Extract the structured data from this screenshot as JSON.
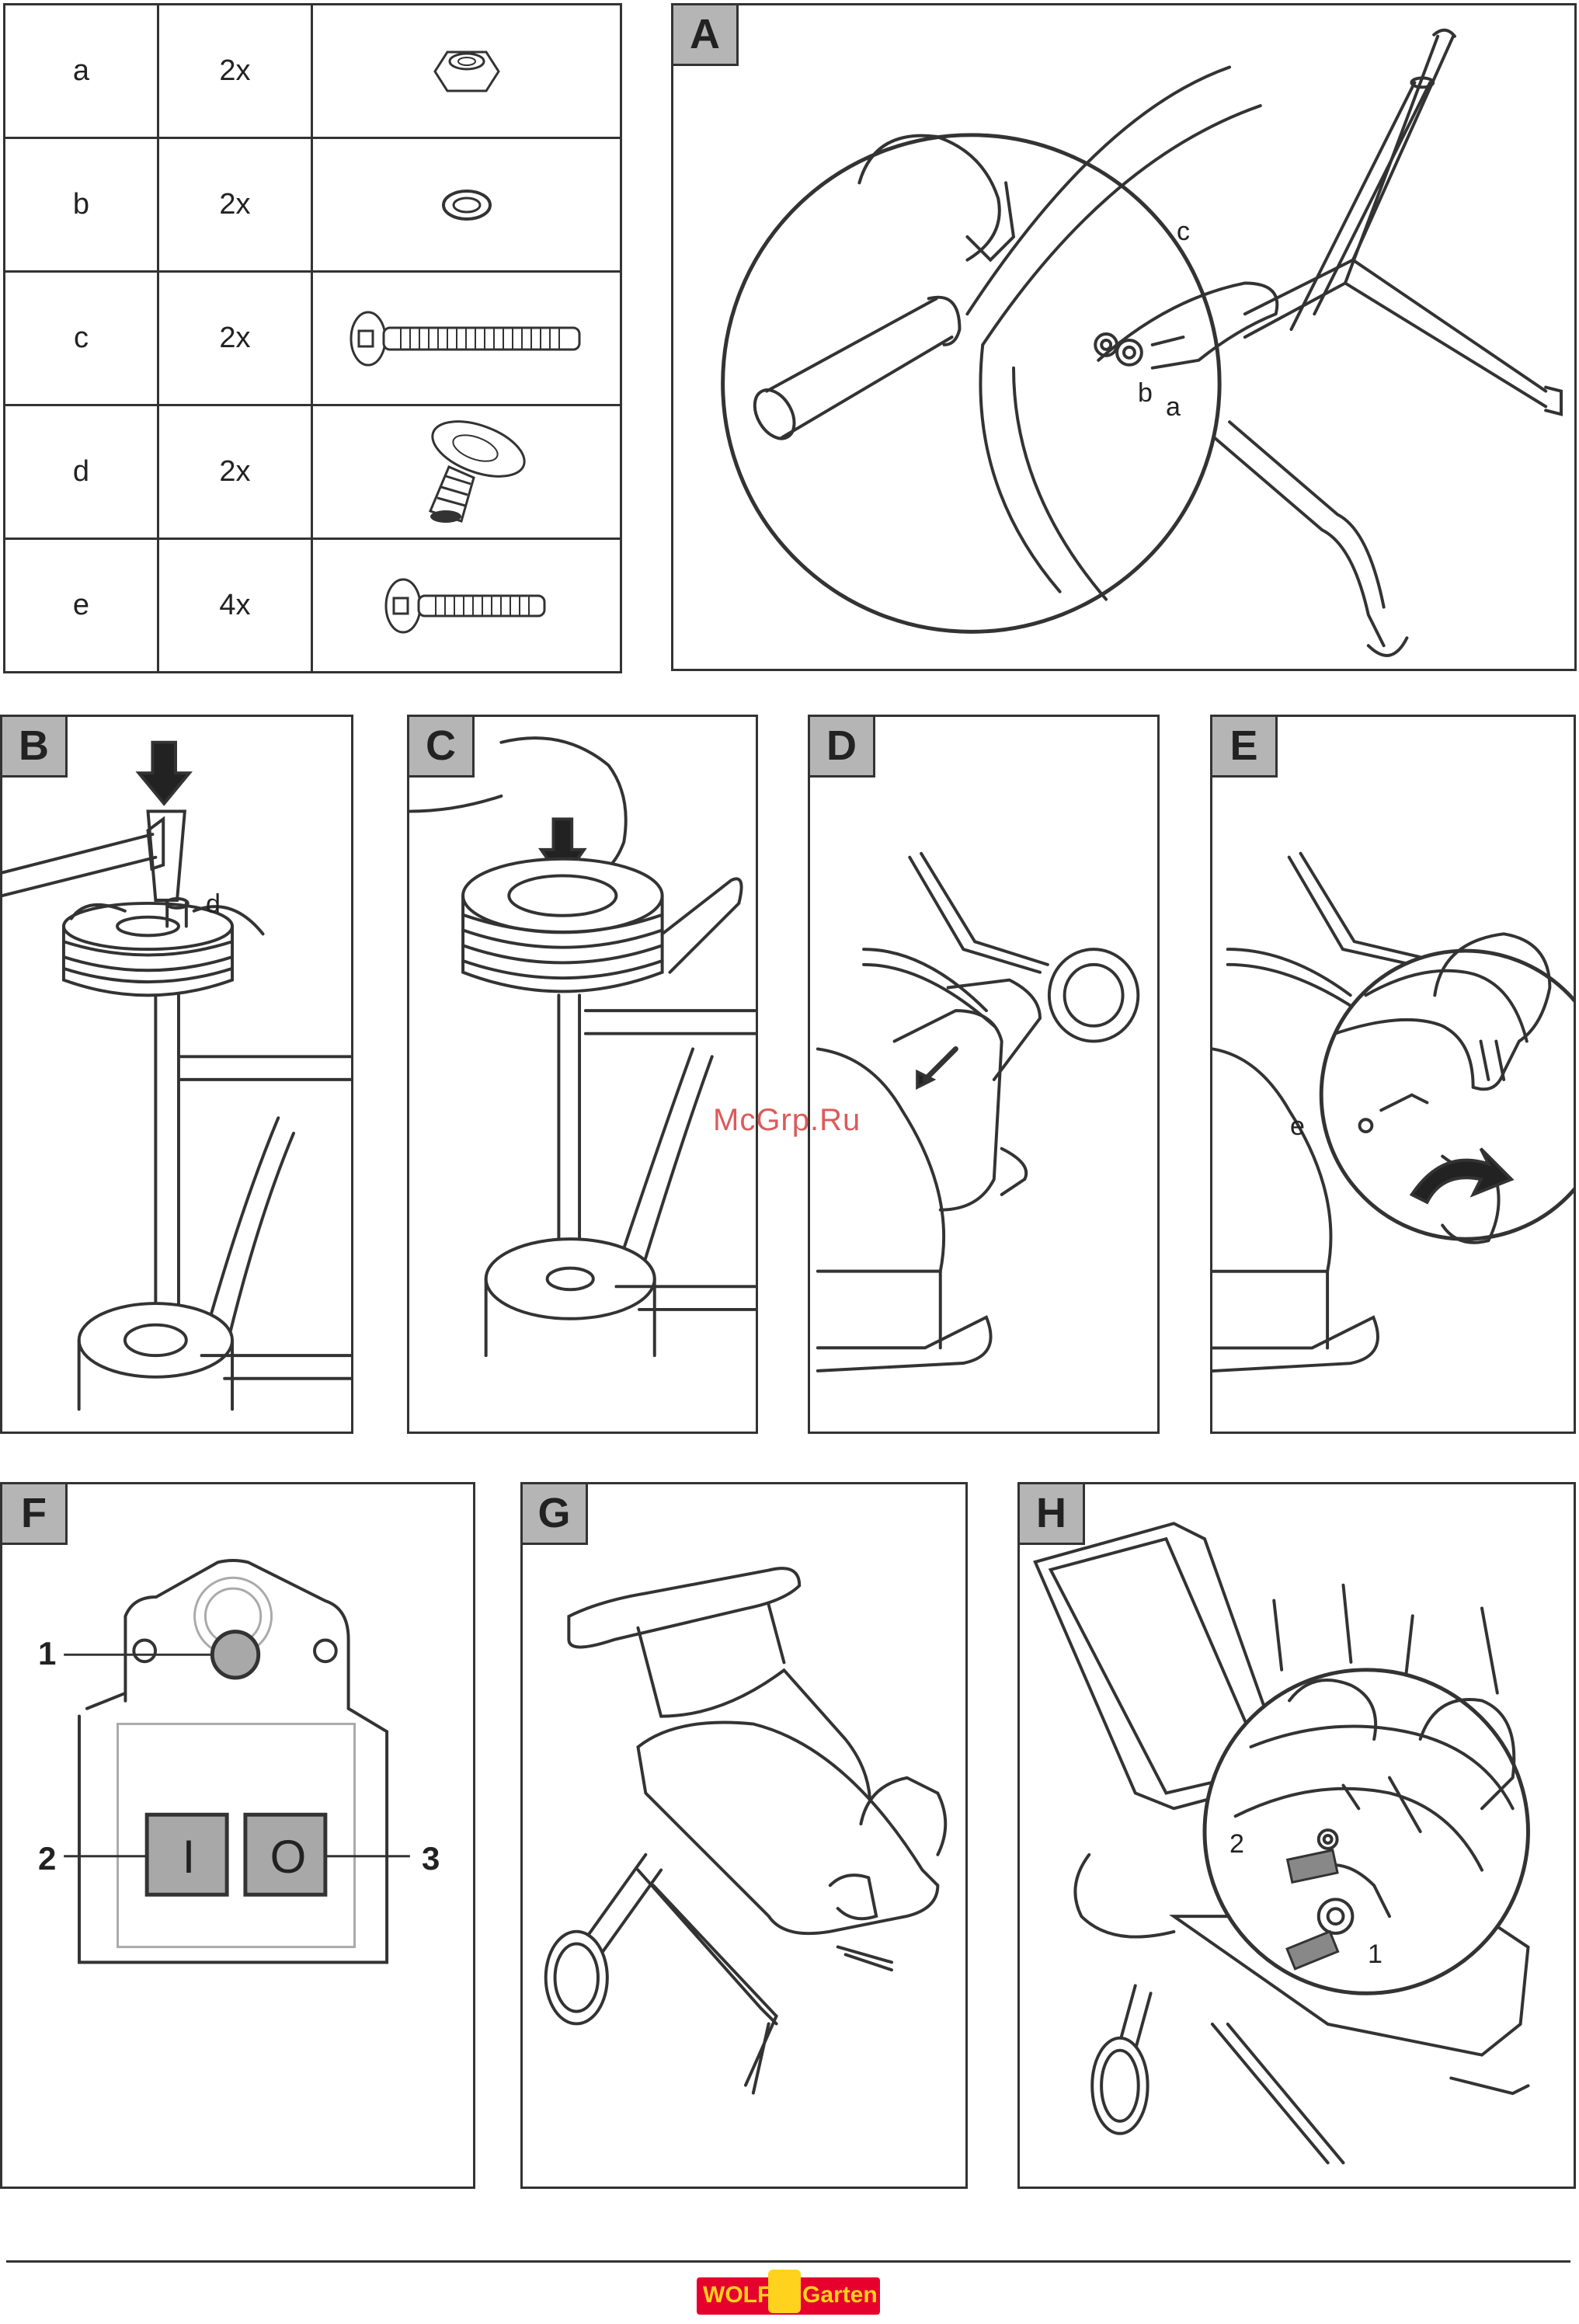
{
  "parts_table": {
    "rows": [
      {
        "letter": "a",
        "qty": "2x",
        "icon": "lock-nut-icon"
      },
      {
        "letter": "b",
        "qty": "2x",
        "icon": "washer-icon"
      },
      {
        "letter": "c",
        "qty": "2x",
        "icon": "long-bolt-icon"
      },
      {
        "letter": "d",
        "qty": "2x",
        "icon": "hub-cap-icon"
      },
      {
        "letter": "e",
        "qty": "4x",
        "icon": "short-bolt-icon"
      }
    ]
  },
  "panels": {
    "A": {
      "label": "A",
      "callouts": {
        "c": "c",
        "b": "b",
        "a": "a"
      }
    },
    "B": {
      "label": "B",
      "callouts": {
        "d": "d"
      }
    },
    "C": {
      "label": "C"
    },
    "D": {
      "label": "D"
    },
    "E": {
      "label": "E",
      "callouts": {
        "e": "e"
      }
    },
    "F": {
      "label": "F",
      "callouts": {
        "n1": "1",
        "n2": "2",
        "n3": "3"
      },
      "switch_on": "I",
      "switch_off": "O"
    },
    "G": {
      "label": "G"
    },
    "H": {
      "label": "H",
      "callouts": {
        "n2": "2",
        "n1": "1"
      }
    }
  },
  "watermark": "McGrp.Ru",
  "logo": {
    "left": "WOLF",
    "right": "Garten"
  },
  "colors": {
    "line": "#333333",
    "badge": "#b5b5b5",
    "switch": "#a8a8a8",
    "logo_red": "#e6002d",
    "logo_yellow": "#ffd21e"
  }
}
